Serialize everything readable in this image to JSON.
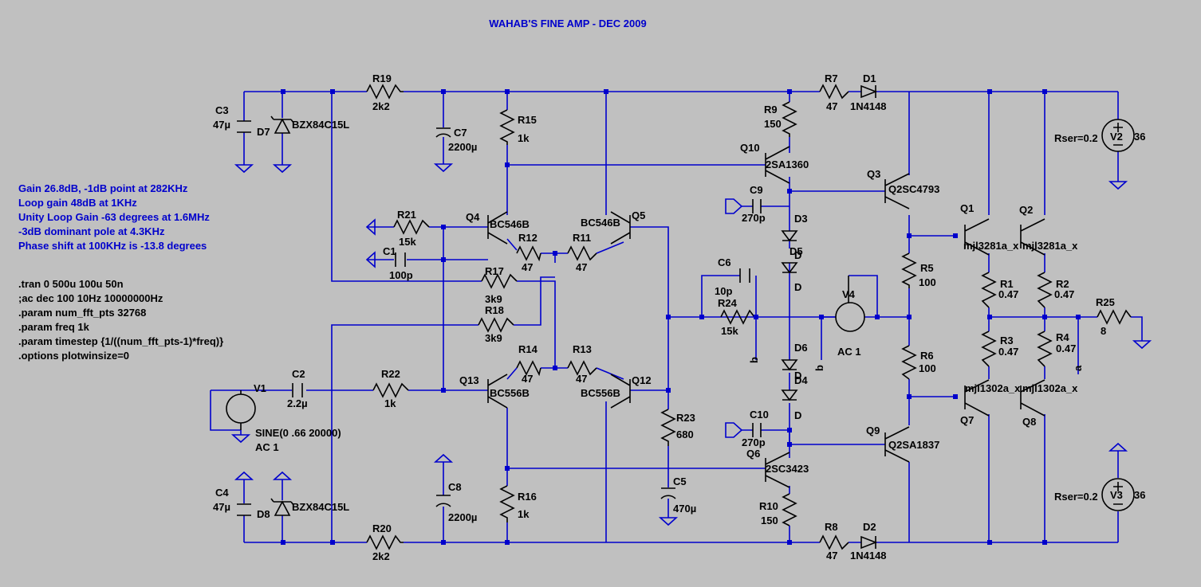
{
  "title": "WAHAB'S FINE AMP - DEC 2009",
  "notes": [
    "Gain 26.8dB, -1dB point at 282KHz",
    "Loop gain 48dB at 1KHz",
    "Unity Loop Gain -63 degrees at 1.6MHz",
    "-3dB dominant pole at 4.3KHz",
    "Phase shift at 100KHz is -13.8 degrees"
  ],
  "directives": [
    ".tran 0 500u 100u 50n",
    ";ac dec 100 10Hz 10000000Hz",
    ".param num_fft_pts 32768",
    ".param freq 1k",
    ".param timestep {1/((num_fft_pts-1)*freq)}",
    ".options plotwinsize=0"
  ],
  "components": {
    "C3": {
      "ref": "C3",
      "value": "47µ"
    },
    "C4": {
      "ref": "C4",
      "value": "47µ"
    },
    "D7": {
      "ref": "D7",
      "value": "BZX84C15L"
    },
    "D8": {
      "ref": "D8",
      "value": "BZX84C15L"
    },
    "R19": {
      "ref": "R19",
      "value": "2k2"
    },
    "R20": {
      "ref": "R20",
      "value": "2k2"
    },
    "C7": {
      "ref": "C7",
      "value": "2200µ"
    },
    "C8": {
      "ref": "C8",
      "value": "2200µ"
    },
    "R15": {
      "ref": "R15",
      "value": "1k"
    },
    "R16": {
      "ref": "R16",
      "value": "1k"
    },
    "Q4": {
      "ref": "Q4",
      "value": "BC546B"
    },
    "Q5": {
      "ref": "Q5",
      "value": "BC546B"
    },
    "Q13": {
      "ref": "Q13",
      "value": "BC556B"
    },
    "Q12": {
      "ref": "Q12",
      "value": "BC556B"
    },
    "R21": {
      "ref": "R21",
      "value": "15k"
    },
    "C1": {
      "ref": "C1",
      "value": "100p"
    },
    "R12": {
      "ref": "R12",
      "value": "47"
    },
    "R11": {
      "ref": "R11",
      "value": "47"
    },
    "R14": {
      "ref": "R14",
      "value": "47"
    },
    "R13": {
      "ref": "R13",
      "value": "47"
    },
    "R17": {
      "ref": "R17",
      "value": "3k9"
    },
    "R18": {
      "ref": "R18",
      "value": "3k9"
    },
    "V1": {
      "ref": "V1",
      "value": "SINE(0 .66 20000)",
      "ac": "AC 1"
    },
    "C2": {
      "ref": "C2",
      "value": "2.2µ"
    },
    "R22": {
      "ref": "R22",
      "value": "1k"
    },
    "R23": {
      "ref": "R23",
      "value": "680"
    },
    "C5": {
      "ref": "C5",
      "value": "470µ"
    },
    "R9": {
      "ref": "R9",
      "value": "150"
    },
    "R10": {
      "ref": "R10",
      "value": "150"
    },
    "Q10": {
      "ref": "Q10",
      "value": "2SA1360"
    },
    "Q6": {
      "ref": "Q6",
      "value": "2SC3423"
    },
    "C9": {
      "ref": "C9",
      "value": "270p"
    },
    "C10": {
      "ref": "C10",
      "value": "270p"
    },
    "D3": {
      "ref": "D3",
      "value": "D"
    },
    "D5": {
      "ref": "D5",
      "value": "D"
    },
    "D6": {
      "ref": "D6",
      "value": "D"
    },
    "D4": {
      "ref": "D4",
      "value": "D"
    },
    "C6": {
      "ref": "C6",
      "value": "10p"
    },
    "R24": {
      "ref": "R24",
      "value": "15k"
    },
    "V4": {
      "ref": "V4",
      "value": "AC 1"
    },
    "R7": {
      "ref": "R7",
      "value": "47"
    },
    "R8": {
      "ref": "R8",
      "value": "47"
    },
    "D1": {
      "ref": "D1",
      "value": "1N4148"
    },
    "D2": {
      "ref": "D2",
      "value": "1N4148"
    },
    "Q3": {
      "ref": "Q3",
      "value": "Q2SC4793"
    },
    "Q9": {
      "ref": "Q9",
      "value": "Q2SA1837"
    },
    "R5": {
      "ref": "R5",
      "value": "100"
    },
    "R6": {
      "ref": "R6",
      "value": "100"
    },
    "Q1": {
      "ref": "Q1",
      "value": "mjl3281a_x"
    },
    "Q2": {
      "ref": "Q2",
      "value": "mjl3281a_x"
    },
    "Q7": {
      "ref": "Q7",
      "value": "mjl1302a_x"
    },
    "Q8": {
      "ref": "Q8",
      "value": "mjl1302a_x"
    },
    "R1": {
      "ref": "R1",
      "value": "0.47"
    },
    "R2": {
      "ref": "R2",
      "value": "0.47"
    },
    "R3": {
      "ref": "R3",
      "value": "0.47"
    },
    "R4": {
      "ref": "R4",
      "value": "0.47"
    },
    "R25": {
      "ref": "R25",
      "value": "8"
    },
    "V2": {
      "ref": "V2",
      "value": "36",
      "ser": "Rser=0.2"
    },
    "V3": {
      "ref": "V3",
      "value": "36",
      "ser": "Rser=0.2"
    }
  },
  "net_labels": {
    "b1": "b",
    "b2": "b",
    "a": "a"
  }
}
